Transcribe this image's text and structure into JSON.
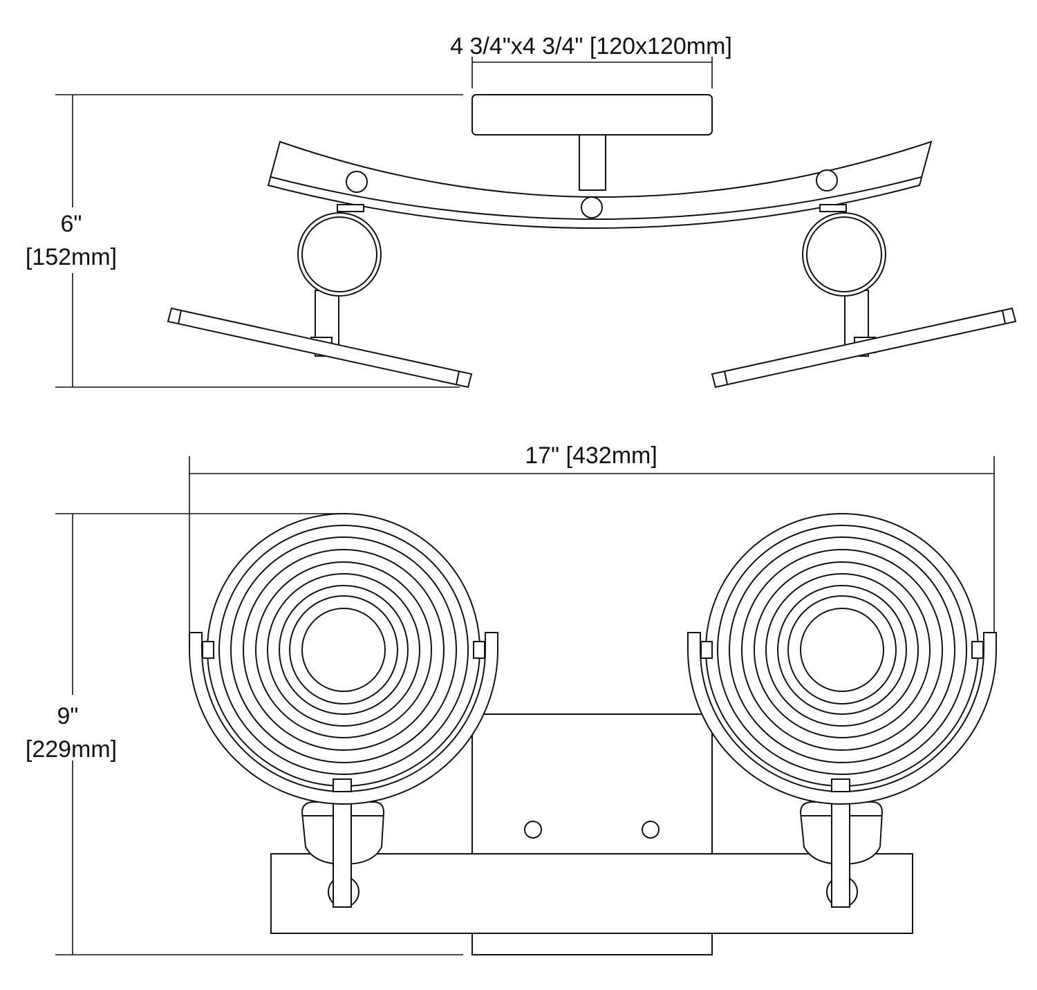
{
  "top_view": {
    "canopy_dimension": "4 3/4\"x4 3/4\" [120x120mm]",
    "height_in": "6\"",
    "height_mm": "[152mm]"
  },
  "front_view": {
    "width_label": "17\" [432mm]",
    "height_in": "9\"",
    "height_mm": "[229mm]"
  }
}
